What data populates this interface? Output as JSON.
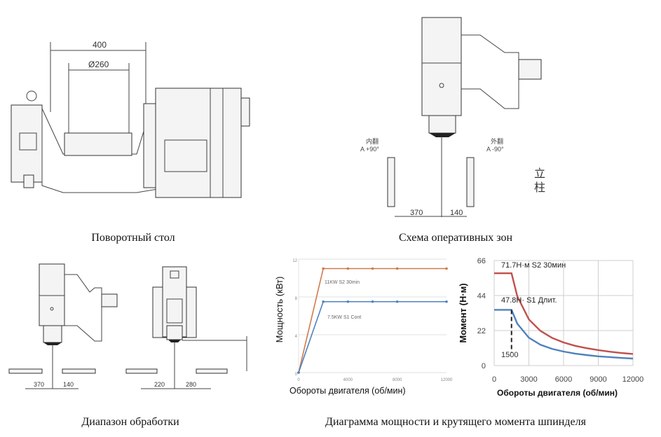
{
  "captions": {
    "rotary_table": "Поворотный стол",
    "work_zones": "Схема оперативных зон",
    "machining_range": "Диапазон обработки",
    "spindle_diagram": "Диаграмма мощности и крутящего момента шпинделя"
  },
  "drawing_labels": {
    "rotary_table": {
      "width_dim": "400",
      "diameter_dim": "Ø260"
    },
    "work_zones": {
      "inner_label": "内翻",
      "inner_angle": "A +90°",
      "outer_label": "外翻",
      "outer_angle": "A -90°",
      "column_label_1": "立",
      "column_label_2": "柱",
      "dim_left": "370",
      "dim_right": "140"
    },
    "machining_range": {
      "side_dim_left": "370",
      "side_dim_right": "140",
      "front_dim_left": "220",
      "front_dim_right": "280"
    }
  },
  "colors": {
    "s2": "#c0504d",
    "s1": "#4f81bd",
    "power_s2": "#d07a4a"
  },
  "chart_data": [
    {
      "type": "line",
      "title": "",
      "xlabel": "Обороты двигателя (об/мин)",
      "ylabel": "Мощность (кВт)",
      "xlim": [
        0,
        12000
      ],
      "ylim": [
        0,
        12
      ],
      "xticks": [
        0,
        4000,
        8000,
        12000
      ],
      "xtick_labels": [
        "0",
        "4000",
        "8000",
        "12000"
      ],
      "yticks": [
        0,
        4,
        8,
        12
      ],
      "ytick_labels": [
        "0",
        "4",
        "8",
        "12"
      ],
      "grid": true,
      "series": [
        {
          "name": "11KW S2 30min",
          "x": [
            0,
            2000,
            4000,
            6000,
            8000,
            12000
          ],
          "y": [
            0,
            11,
            11,
            11,
            11,
            11
          ]
        },
        {
          "name": "7.5KW S1 Cont",
          "x": [
            0,
            2000,
            4000,
            6000,
            8000,
            12000
          ],
          "y": [
            0,
            7.5,
            7.5,
            7.5,
            7.5,
            7.5
          ]
        }
      ]
    },
    {
      "type": "line",
      "title": "",
      "xlabel": "Обороты двигателя (об/мин)",
      "ylabel": "Момент (Н·м)",
      "xlim": [
        0,
        12000
      ],
      "ylim": [
        0,
        66
      ],
      "xticks": [
        0,
        3000,
        6000,
        9000,
        12000
      ],
      "xtick_labels": [
        "0",
        "3000",
        "6000",
        "9000",
        "12000"
      ],
      "yticks": [
        0,
        22,
        44,
        66
      ],
      "ytick_labels": [
        "0",
        "22",
        "44",
        "66"
      ],
      "grid": true,
      "annotations": {
        "s2": "71.7Н·м S2 30мин",
        "s1": "47.8Н· S1 Длит.",
        "base_speed": "1500"
      },
      "series": [
        {
          "name": "S2 30мин",
          "x": [
            0,
            1500,
            2000,
            3000,
            4000,
            5000,
            6000,
            7000,
            8000,
            9000,
            10000,
            11000,
            12000
          ],
          "y": [
            58,
            58,
            43.5,
            29,
            21.8,
            17.4,
            14.5,
            12.4,
            10.9,
            9.7,
            8.7,
            7.9,
            7.3
          ]
        },
        {
          "name": "S1 Длит.",
          "x": [
            0,
            1500,
            2000,
            3000,
            4000,
            5000,
            6000,
            7000,
            8000,
            9000,
            10000,
            11000,
            12000
          ],
          "y": [
            35,
            35,
            26.3,
            17.5,
            13.1,
            10.5,
            8.8,
            7.5,
            6.6,
            5.8,
            5.3,
            4.8,
            4.4
          ]
        }
      ]
    }
  ]
}
